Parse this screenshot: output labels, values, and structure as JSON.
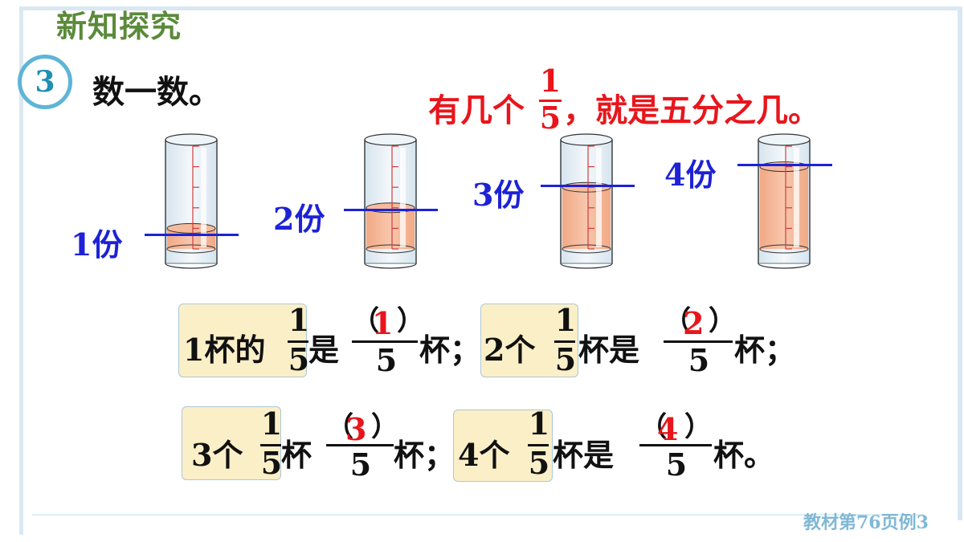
{
  "section_title": "新知探究",
  "example": {
    "number": "3",
    "prompt": "数一数。"
  },
  "note": {
    "before": "有几个",
    "frac_num": "1",
    "frac_den": "5",
    "after": "，就是五分之几。"
  },
  "cups": [
    {
      "label": "1份",
      "parts": 1
    },
    {
      "label": "2份",
      "parts": 2
    },
    {
      "label": "3份",
      "parts": 3
    },
    {
      "label": "4份",
      "parts": 4
    }
  ],
  "statements": {
    "s1": {
      "box": "1杯的",
      "num": "1",
      "den": "5",
      "mid": "是",
      "ans": "1",
      "den2": "5",
      "end": "杯；"
    },
    "s2": {
      "box": "2个",
      "num": "1",
      "den": "5",
      "mid": "杯是",
      "ans": "2",
      "den2": "5",
      "end": "杯；"
    },
    "s3": {
      "box": "3个",
      "num": "1",
      "den": "5",
      "mid": "杯",
      "ans": "3",
      "den2": "5",
      "end": "杯；"
    },
    "s4": {
      "box": "4个",
      "num": "1",
      "den": "5",
      "mid": "杯是",
      "ans": "4",
      "den2": "5",
      "end": "杯。"
    }
  },
  "paren_open": "（",
  "paren_close": "）",
  "source": "教材第76页例3",
  "colors": {
    "answer": "#e8161c",
    "label": "#1d22d6",
    "title": "#5a8a3a",
    "water": "#f4b494"
  }
}
